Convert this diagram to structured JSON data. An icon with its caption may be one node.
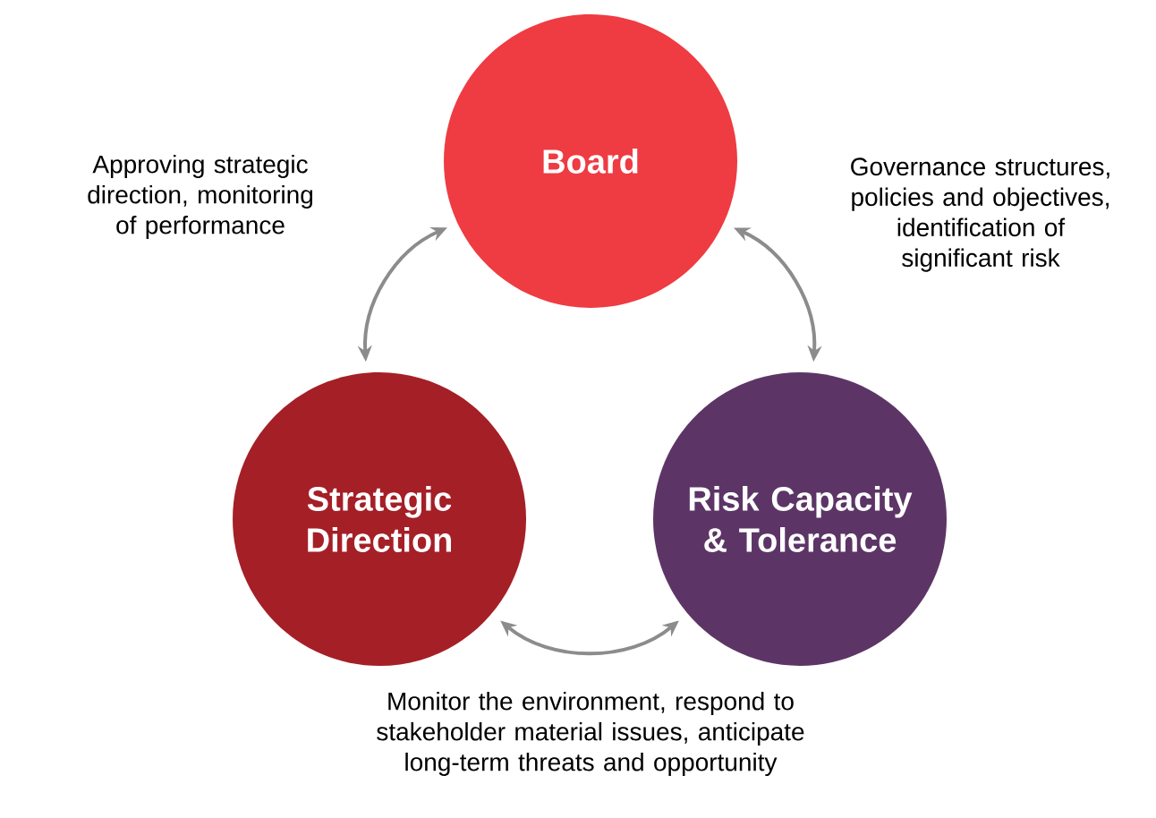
{
  "diagram": {
    "nodes": [
      {
        "text": [
          "Board"
        ]
      },
      {
        "text": [
          "Strategic Direction"
        ]
      },
      {
        "text": [
          "Risk Capacity & Tolerance"
        ]
      }
    ],
    "edges": [
      {
        "from": 0,
        "to": 1,
        "arrow": "both",
        "label": "Approving strategic direction, monitoring of performance"
      },
      {
        "from": 0,
        "to": 2,
        "arrow": "both",
        "label": "Governance structures, policies and objectives, identification of significant risk"
      },
      {
        "from": 1,
        "to": 2,
        "arrow": "both",
        "label": "Monitor the environment, respond to stakeholder material issues, anticipate long-term threats and opportunity"
      }
    ]
  }
}
